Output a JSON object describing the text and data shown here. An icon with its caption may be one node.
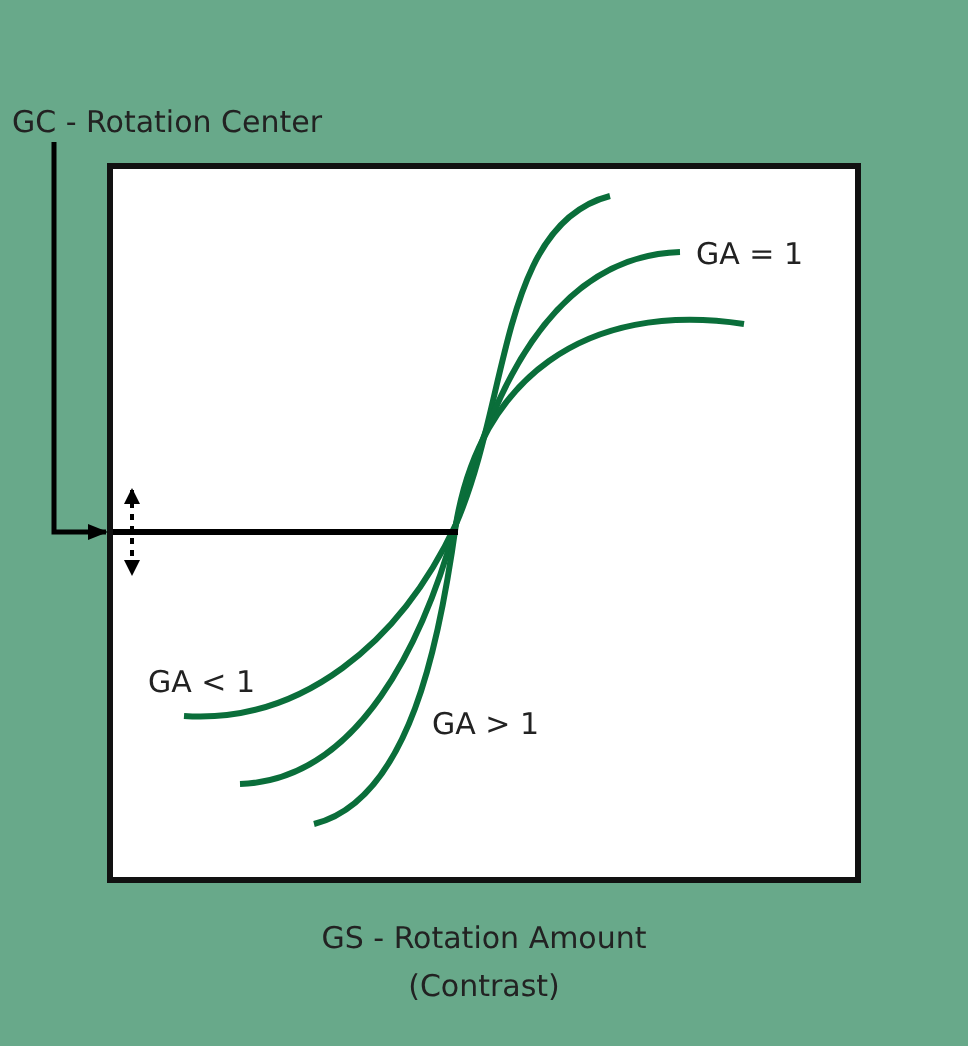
{
  "diagram": {
    "caption": "GS - Rotation Amount (Contrast)",
    "nodes": [
      {
        "text": [
          "GC - Rotation Center"
        ]
      },
      {
        "text": [],
        "shape": "box"
      }
    ],
    "edges": [
      {
        "from": 0,
        "to": 1,
        "arrow": "to"
      }
    ],
    "labels": [
      "GA = 1",
      "GA < 1",
      "GA > 1"
    ]
  }
}
